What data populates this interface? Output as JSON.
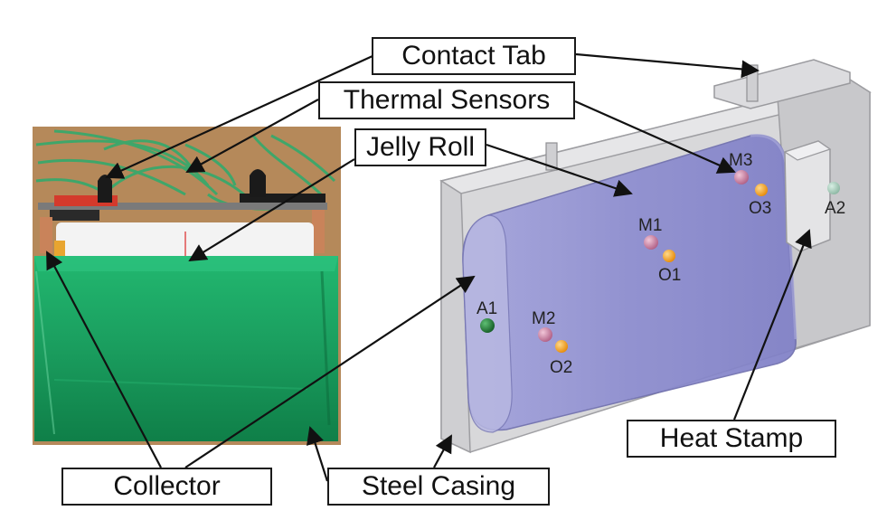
{
  "callouts": {
    "contact_tab": "Contact Tab",
    "thermal_sensors": "Thermal Sensors",
    "jelly_roll": "Jelly Roll",
    "collector": "Collector",
    "steel_casing": "Steel Casing",
    "heat_stamp": "Heat Stamp"
  },
  "sensor_labels": {
    "a1": "A1",
    "a2": "A2",
    "m1": "M1",
    "m2": "M2",
    "m3": "M3",
    "o1": "O1",
    "o2": "O2",
    "o3": "O3"
  },
  "colors": {
    "photo_background": "#b5895a",
    "casing_green": "#1fa866",
    "jelly_roll_purple": "#8c8cce",
    "casing_grey": "#d8d8da",
    "m_sensor": "#c4779a",
    "o_sensor": "#f5a11f",
    "a1_sensor": "#1e7a33",
    "a2_sensor": "#9fc5b3"
  }
}
